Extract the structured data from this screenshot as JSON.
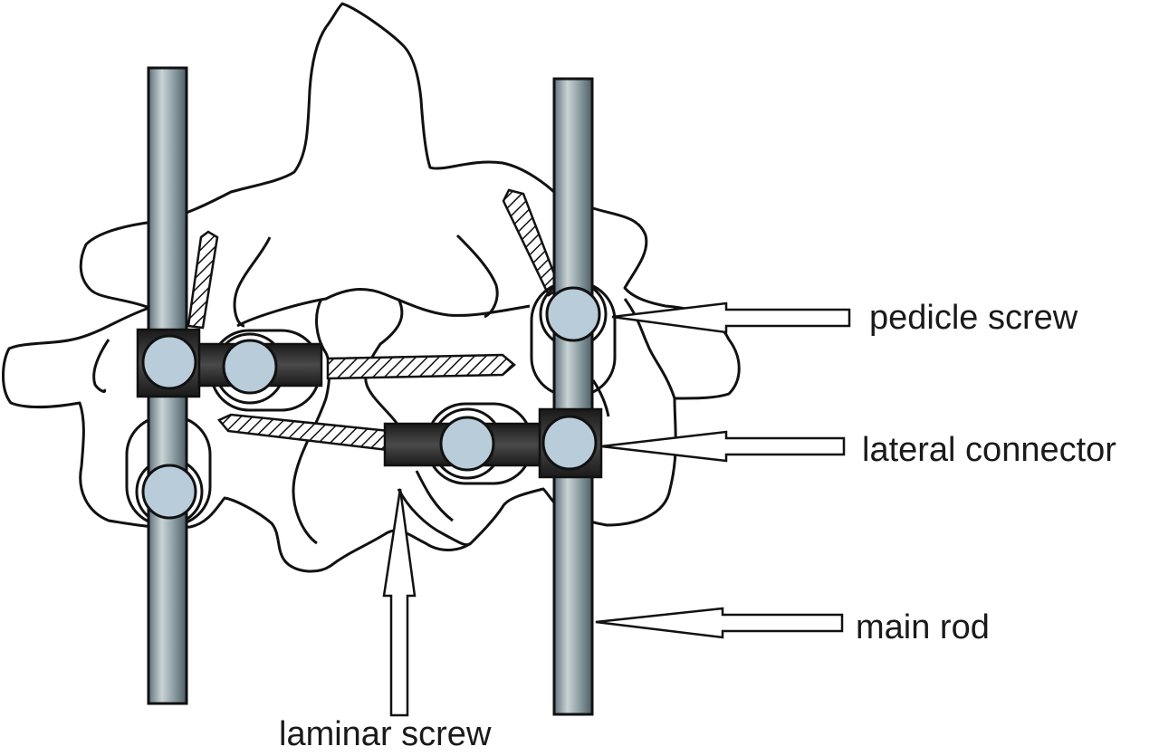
{
  "labels": {
    "pedicle_screw": "pedicle screw",
    "lateral_connector": "lateral connector",
    "main_rod": "main rod",
    "laminar_screw": "laminar screw"
  },
  "colors": {
    "outline": "#111111",
    "rod_light": "#c9d3d6",
    "rod_dark": "#5f7279",
    "connector": "#2a2a2a",
    "screw_head": "#b8ccd9",
    "background": "#ffffff"
  },
  "icons": {
    "arrow": "hollow-arrow",
    "screw_head": "circle",
    "rod": "vertical-bar"
  }
}
